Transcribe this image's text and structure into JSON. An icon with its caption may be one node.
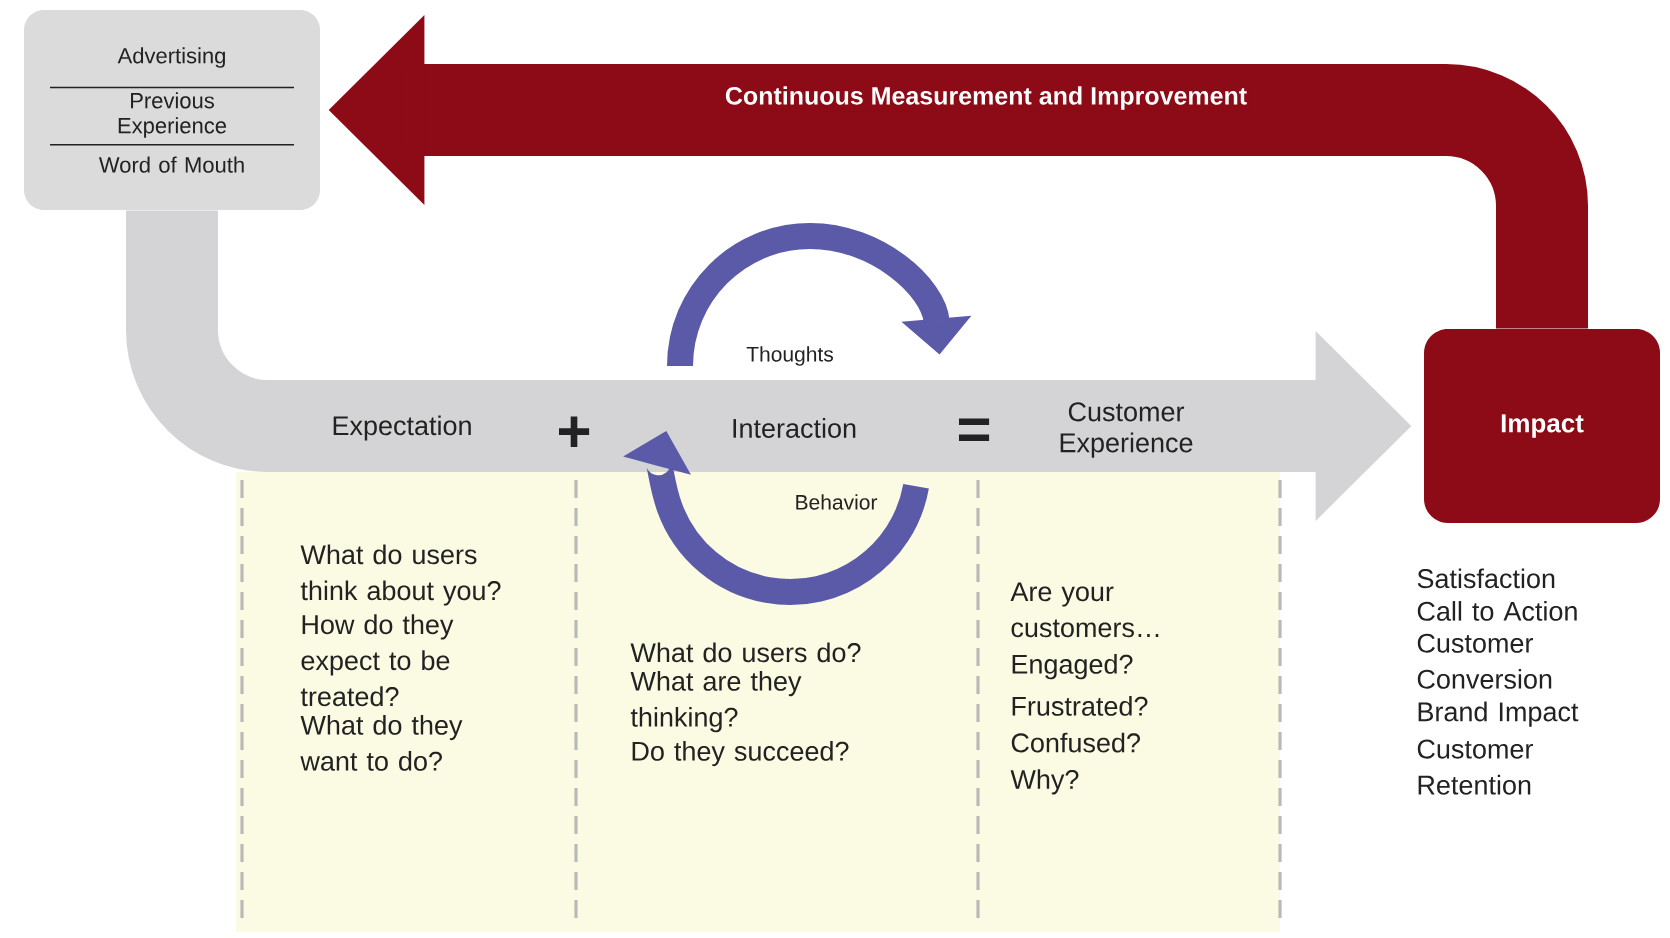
{
  "diagram": {
    "nodes": [
      {
        "text": [
          "Advertising",
          "Previous Experience",
          "Word of Mouth"
        ]
      },
      {
        "text": [
          "Impact"
        ]
      }
    ],
    "edges": [
      {
        "from": 0,
        "to": 1,
        "arrow": "to",
        "color": "#d4d4d6"
      },
      {
        "from": 1,
        "to": 0,
        "arrow": "to",
        "color": "#8c0b16",
        "label": "Continuous Measurement and Improvement"
      }
    ],
    "labels": [
      "Thoughts",
      "Expectation",
      "+",
      "Interaction",
      "=",
      "Customer Experience",
      "Behavior",
      "What do users think about you?",
      "How do they expect to be treated?",
      "What do they want to do?",
      "What do users do?",
      "What are they thinking?",
      "Do they succeed?",
      "Are your customers…",
      "Engaged?",
      "Frustrated?",
      "Confused?",
      "Why?",
      "Satisfaction",
      "Call to Action",
      "Customer Conversion",
      "Brand Impact",
      "Customer Retention"
    ]
  }
}
